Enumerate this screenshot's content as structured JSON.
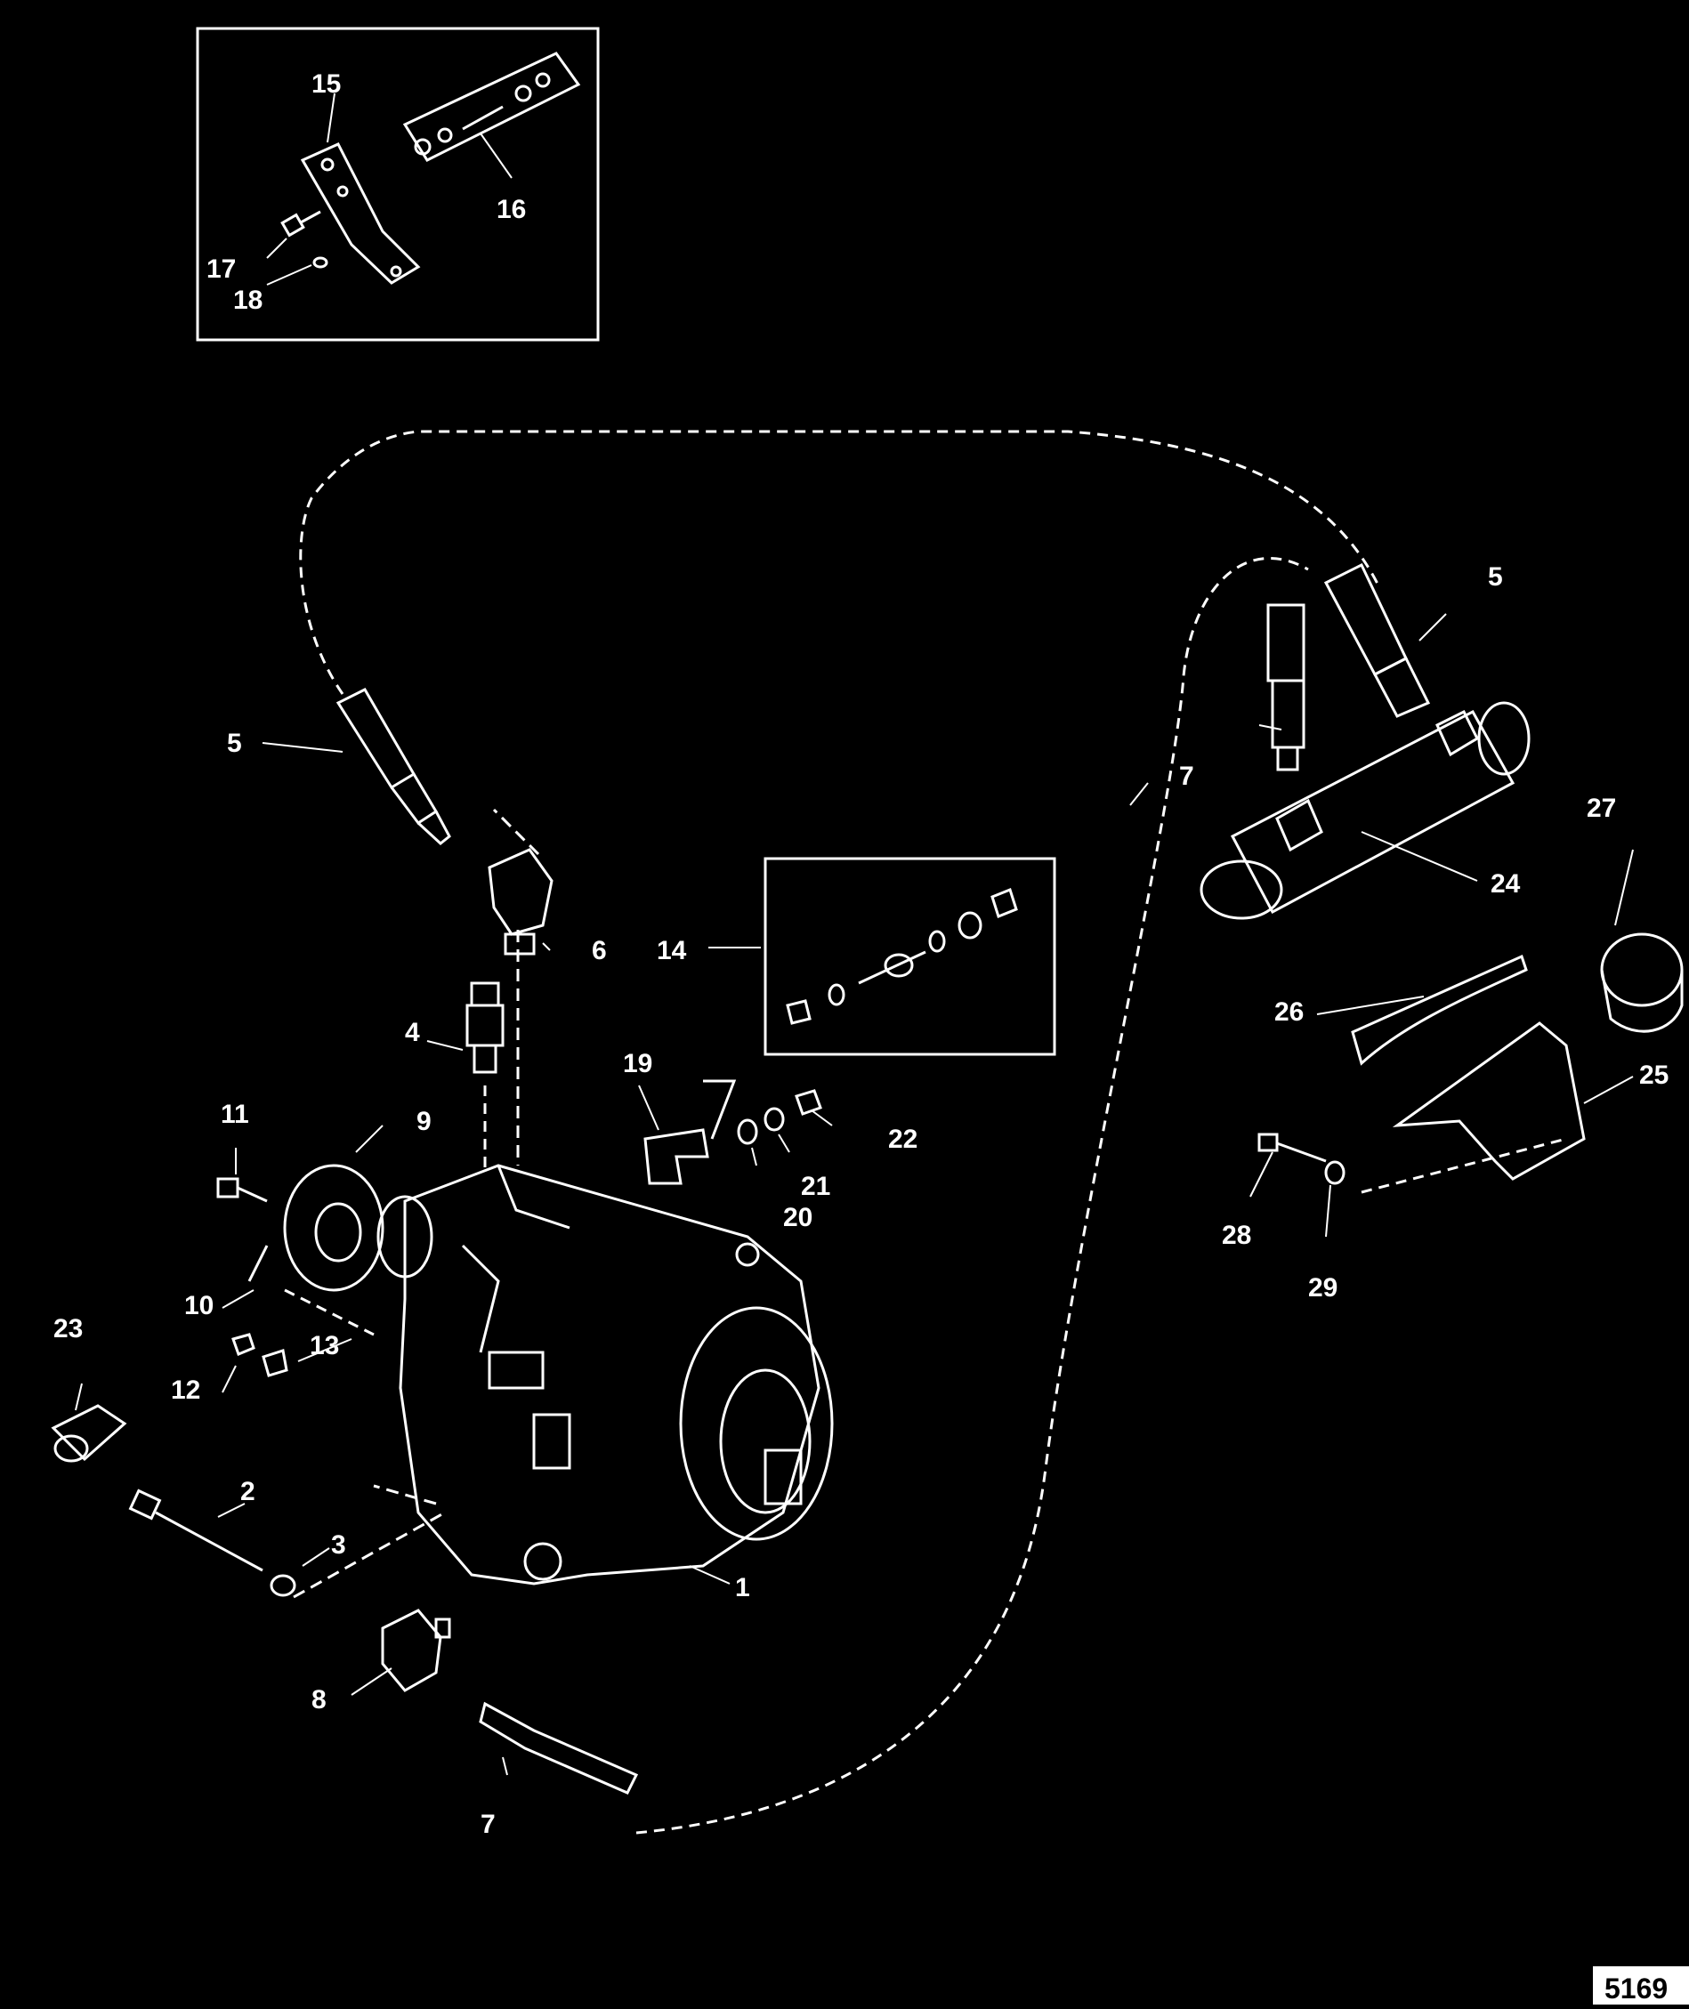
{
  "diagram": {
    "figure_number": "5169",
    "callouts": [
      "1",
      "2",
      "3",
      "4",
      "5",
      "5",
      "6",
      "7",
      "7",
      "8",
      "9",
      "10",
      "11",
      "12",
      "13",
      "14",
      "15",
      "16",
      "17",
      "18",
      "19",
      "20",
      "21",
      "22",
      "23",
      "24",
      "25",
      "26",
      "27",
      "28",
      "29"
    ]
  }
}
